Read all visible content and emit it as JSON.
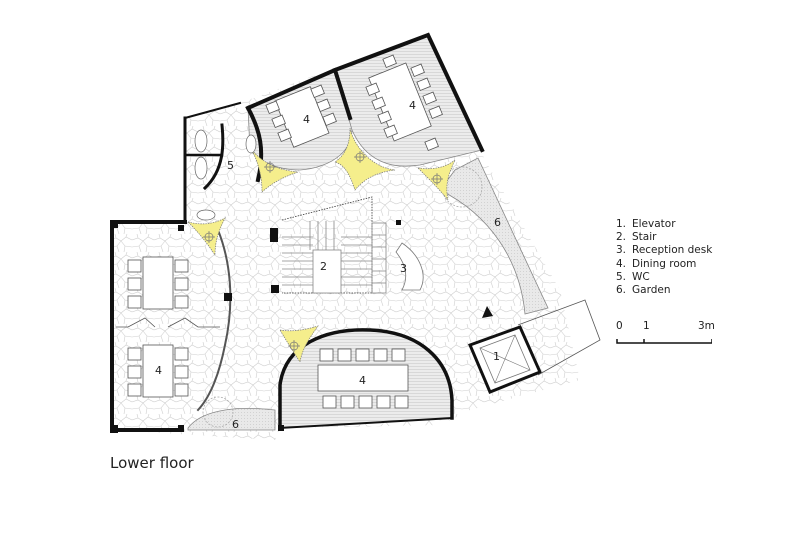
{
  "caption": "Lower floor",
  "legend": [
    {
      "num": "1.",
      "label": "Elevator"
    },
    {
      "num": "2.",
      "label": "Stair"
    },
    {
      "num": "3.",
      "label": "Reception desk"
    },
    {
      "num": "4.",
      "label": "Dining room"
    },
    {
      "num": "5.",
      "label": "WC"
    },
    {
      "num": "6.",
      "label": "Garden"
    }
  ],
  "scale_bar": {
    "ticks": [
      "0",
      "1",
      "3m"
    ]
  },
  "room_labels": {
    "elevator": "1",
    "stair": "2",
    "reception": "3",
    "dining_top_left": "4",
    "dining_top_right": "4",
    "dining_left": "4",
    "dining_bottom": "4",
    "wc": "5",
    "garden_right": "6",
    "garden_bottom": "6"
  },
  "colors": {
    "wall": "#111111",
    "column_yellow": "#f5ee8c",
    "hatch_gray": "#d9d9d9",
    "paving_line": "#c8c8c8",
    "garden_fill": "#e6e6e6"
  }
}
